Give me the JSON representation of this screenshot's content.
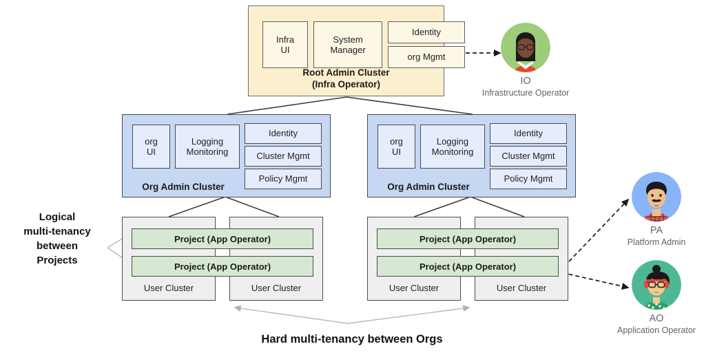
{
  "diagram": {
    "root_cluster": {
      "title_line1": "Root Admin Cluster",
      "title_line2": "(Infra Operator)",
      "components": [
        {
          "label": "Infra UI",
          "line1": "Infra",
          "line2": "UI"
        },
        {
          "label": "System Manager",
          "line1": "System",
          "line2": "Manager"
        },
        {
          "label": "Identity"
        },
        {
          "label": "org Mgmt"
        }
      ],
      "fill": "#fcefcd",
      "inner_fill": "#fdf7e6"
    },
    "org_clusters": [
      {
        "title": "Org Admin Cluster",
        "components": [
          {
            "line1": "org",
            "line2": "UI"
          },
          {
            "line1": "Logging",
            "line2": "Monitoring"
          },
          {
            "label": "Identity"
          },
          {
            "label": "Cluster Mgmt"
          },
          {
            "label": "Policy Mgmt"
          }
        ],
        "fill": "#c5d7f2",
        "inner_fill": "#e5ecfb"
      },
      {
        "title": "Org Admin Cluster",
        "components": [
          {
            "line1": "org",
            "line2": "UI"
          },
          {
            "line1": "Logging",
            "line2": "Monitoring"
          },
          {
            "label": "Identity"
          },
          {
            "label": "Cluster Mgmt"
          },
          {
            "label": "Policy Mgmt"
          }
        ],
        "fill": "#c5d7f2",
        "inner_fill": "#e5ecfb"
      }
    ],
    "user_cluster_groups": [
      {
        "clusters": [
          {
            "label": "User Cluster"
          },
          {
            "label": "User Cluster"
          }
        ],
        "projects": [
          {
            "label": "Project (App Operator)"
          },
          {
            "label": "Project (App Operator)"
          }
        ],
        "fill": "#efefef",
        "project_fill": "#d7e8d2"
      },
      {
        "clusters": [
          {
            "label": "User Cluster"
          },
          {
            "label": "User Cluster"
          }
        ],
        "projects": [
          {
            "label": "Project (App Operator)"
          },
          {
            "label": "Project  (App Operator)"
          }
        ],
        "fill": "#efefef",
        "project_fill": "#d7e8d2"
      }
    ],
    "annotations": {
      "logical": "Logical multi-tenancy between Projects",
      "logical_lines": [
        "Logical",
        "multi-tenancy",
        "between",
        "Projects"
      ],
      "hard": "Hard multi-tenancy between Orgs"
    },
    "personas": [
      {
        "abbr": "IO",
        "role": "Infrastructure Operator",
        "avatar_icon": "person-avatar-icon",
        "ring_color": "#9dcc7a",
        "skin": "#7b4b32",
        "hair": "#1a1a1a",
        "shirt": "#e8452c",
        "accessory": "glasses"
      },
      {
        "abbr": "PA",
        "role": "Platform Admin",
        "avatar_icon": "person-avatar-icon",
        "ring_color": "#8ab4f8",
        "skin": "#f0c08a",
        "hair": "#1a1a1a",
        "shirt": "#e05a4f",
        "accessory": "mustache"
      },
      {
        "abbr": "AO",
        "role": "Application Operator",
        "avatar_icon": "person-avatar-icon",
        "ring_color": "#4db893",
        "skin": "#f5c98e",
        "hair": "#1a1a1a",
        "shirt": "#2f9e63",
        "accessory": "headphones-glasses"
      }
    ]
  }
}
